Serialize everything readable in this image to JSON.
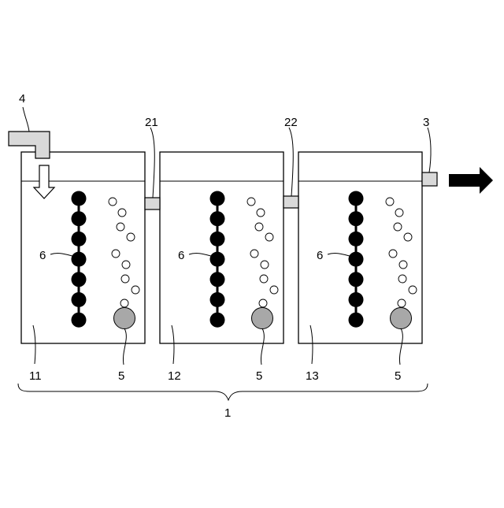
{
  "labels": {
    "inlet_pipe": "4",
    "outlet_pipe": "3",
    "connector_1": "21",
    "connector_2": "22",
    "bead_string": "6",
    "diffuser": "5",
    "tank_1": "11",
    "tank_2": "12",
    "tank_3": "13",
    "apparatus": "1"
  },
  "tanks": [
    {
      "id": "tank-1",
      "label_key": "tank_1"
    },
    {
      "id": "tank-2",
      "label_key": "tank_2"
    },
    {
      "id": "tank-3",
      "label_key": "tank_3"
    }
  ],
  "colors": {
    "line": "#000000",
    "bead": "#000000",
    "diffuser": "#a8a8a8",
    "pipe": "#d9d9d9",
    "bubble": "#ffffff"
  }
}
